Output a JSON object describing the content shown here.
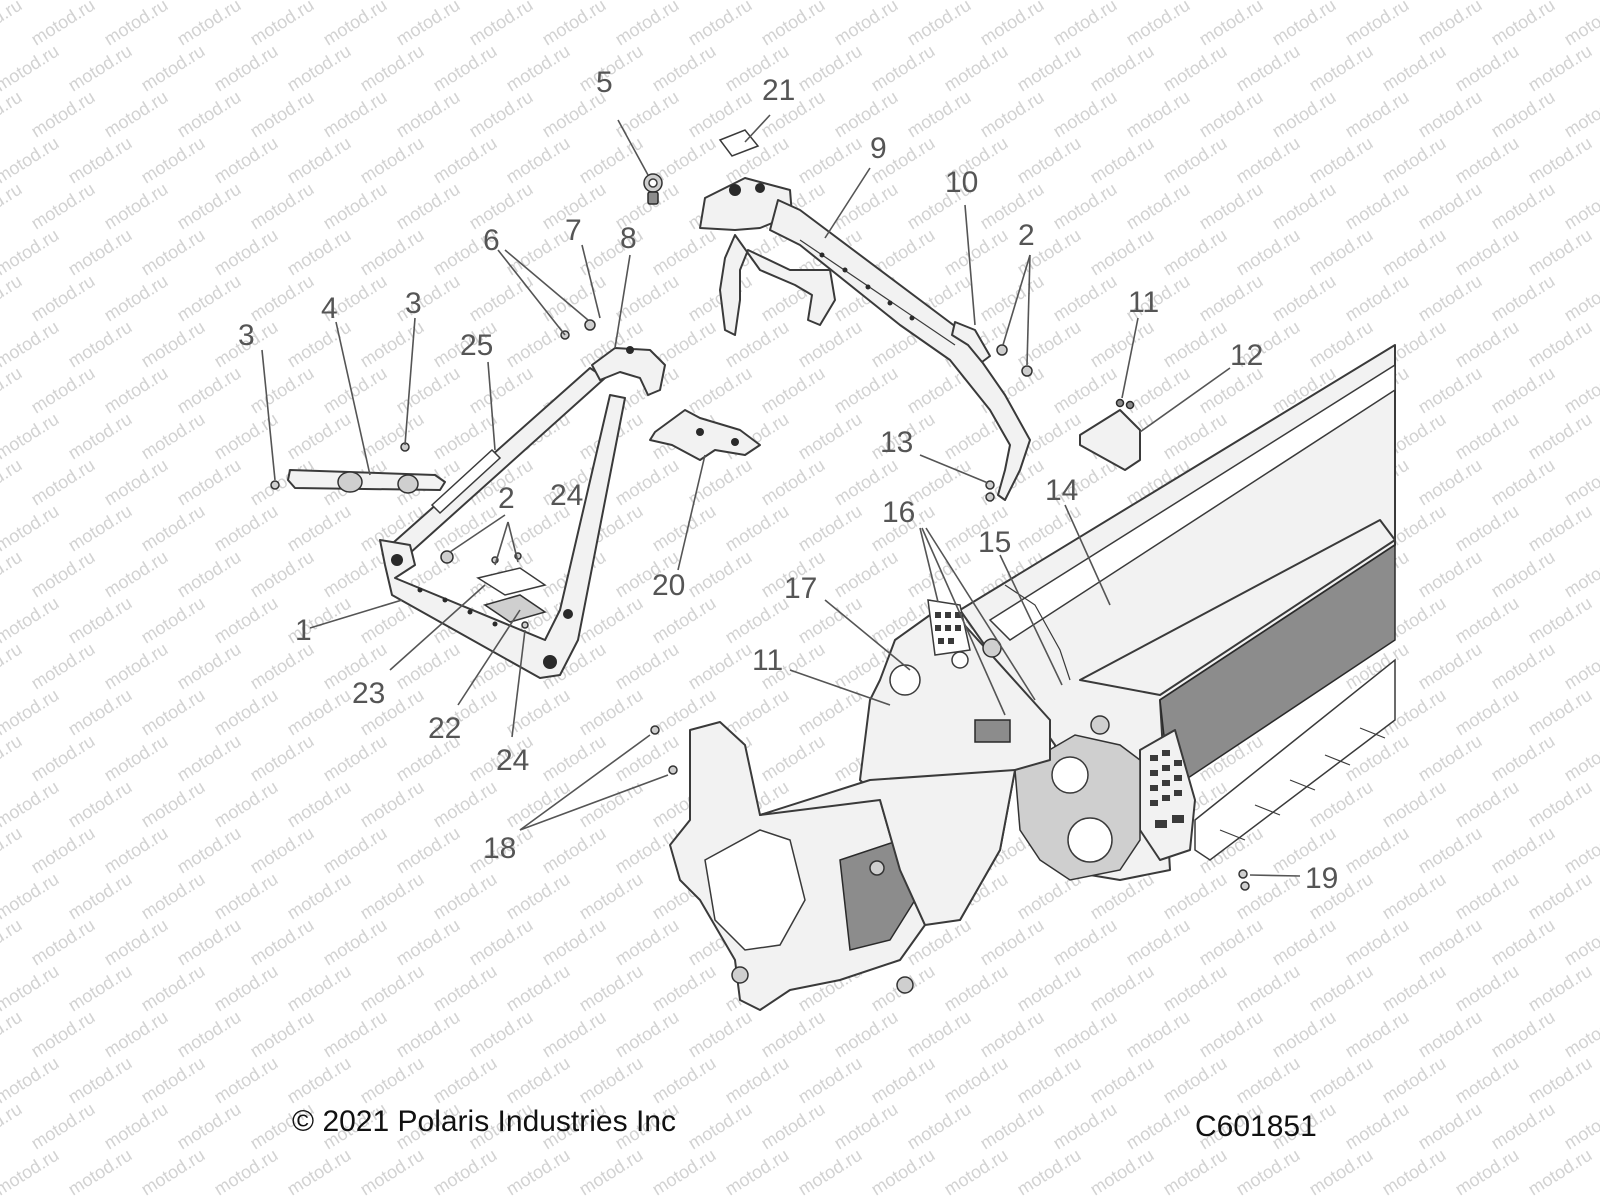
{
  "watermark": "motod.ru",
  "copyright": "© 2021 Polaris Industries Inc",
  "diagram_code": "C601851",
  "callouts": {
    "c1": "1",
    "c2a": "2",
    "c2b": "2",
    "c3a": "3",
    "c3b": "3",
    "c4": "4",
    "c5": "5",
    "c6": "6",
    "c7": "7",
    "c8": "8",
    "c9": "9",
    "c10": "10",
    "c11a": "11",
    "c11b": "11",
    "c12": "12",
    "c13": "13",
    "c14": "14",
    "c15": "15",
    "c16": "16",
    "c17": "17",
    "c18": "18",
    "c19": "19",
    "c20": "20",
    "c21": "21",
    "c22": "22",
    "c23": "23",
    "c24a": "24",
    "c24b": "24",
    "c25": "25"
  },
  "colors": {
    "callout": "#555555",
    "watermark": "#d2d2d2",
    "part_outline": "#3a3a3a"
  }
}
